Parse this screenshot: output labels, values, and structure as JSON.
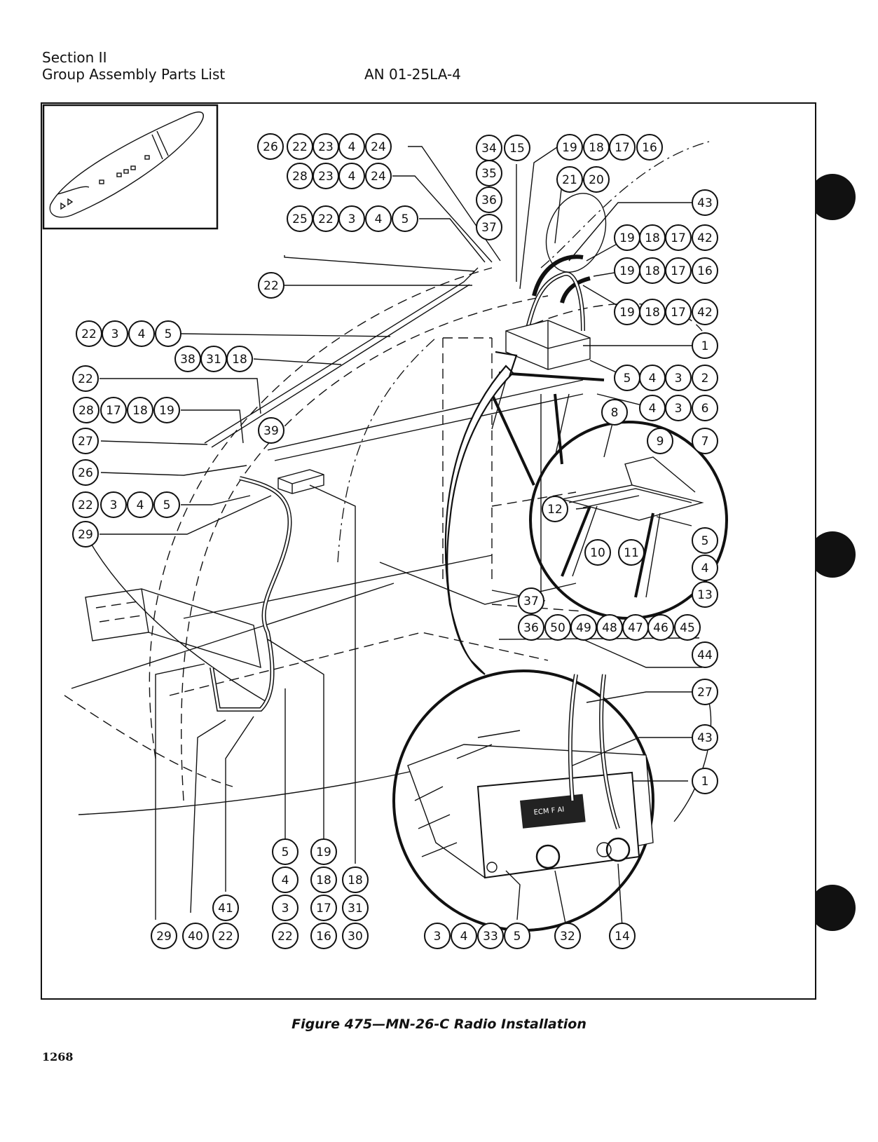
{
  "header": {
    "section": "Section II",
    "group": "Group Assembly Parts List",
    "document": "AN 01-25LA-4"
  },
  "figure": {
    "caption": "Figure 475—MN-26-C Radio Installation",
    "callouts": [
      {
        "id": "c1",
        "label": "26"
      },
      {
        "id": "c2",
        "label": "22"
      },
      {
        "id": "c3",
        "label": "23"
      },
      {
        "id": "c4",
        "label": "4"
      },
      {
        "id": "c5",
        "label": "24"
      },
      {
        "id": "c6",
        "label": "28"
      },
      {
        "id": "c7",
        "label": "23"
      },
      {
        "id": "c8",
        "label": "4"
      },
      {
        "id": "c9",
        "label": "24"
      },
      {
        "id": "c10",
        "label": "25"
      },
      {
        "id": "c11",
        "label": "22"
      },
      {
        "id": "c12",
        "label": "3"
      },
      {
        "id": "c13",
        "label": "4"
      },
      {
        "id": "c14",
        "label": "5"
      },
      {
        "id": "c15",
        "label": "34"
      },
      {
        "id": "c16",
        "label": "15"
      },
      {
        "id": "c17",
        "label": "35"
      },
      {
        "id": "c18",
        "label": "36"
      },
      {
        "id": "c19",
        "label": "37"
      },
      {
        "id": "c20",
        "label": "19"
      },
      {
        "id": "c21",
        "label": "18"
      },
      {
        "id": "c22",
        "label": "17"
      },
      {
        "id": "c23",
        "label": "16"
      },
      {
        "id": "c24",
        "label": "21"
      },
      {
        "id": "c25",
        "label": "20"
      },
      {
        "id": "c26",
        "label": "43"
      },
      {
        "id": "c27",
        "label": "19"
      },
      {
        "id": "c28",
        "label": "18"
      },
      {
        "id": "c29",
        "label": "17"
      },
      {
        "id": "c30",
        "label": "42"
      },
      {
        "id": "c31",
        "label": "19"
      },
      {
        "id": "c32",
        "label": "18"
      },
      {
        "id": "c33",
        "label": "17"
      },
      {
        "id": "c34",
        "label": "16"
      },
      {
        "id": "c35",
        "label": "19"
      },
      {
        "id": "c36",
        "label": "18"
      },
      {
        "id": "c37",
        "label": "17"
      },
      {
        "id": "c38",
        "label": "42"
      },
      {
        "id": "c39",
        "label": "1"
      },
      {
        "id": "c40",
        "label": "5"
      },
      {
        "id": "c41",
        "label": "4"
      },
      {
        "id": "c42",
        "label": "3"
      },
      {
        "id": "c43",
        "label": "2"
      },
      {
        "id": "c44",
        "label": "4"
      },
      {
        "id": "c45",
        "label": "3"
      },
      {
        "id": "c46",
        "label": "6"
      },
      {
        "id": "c47",
        "label": "8"
      },
      {
        "id": "c48",
        "label": "9"
      },
      {
        "id": "c49",
        "label": "7"
      },
      {
        "id": "c50",
        "label": "12"
      },
      {
        "id": "c51",
        "label": "10"
      },
      {
        "id": "c52",
        "label": "11"
      },
      {
        "id": "c53",
        "label": "5"
      },
      {
        "id": "c54",
        "label": "4"
      },
      {
        "id": "c55",
        "label": "13"
      },
      {
        "id": "c56",
        "label": "22"
      },
      {
        "id": "c57",
        "label": "22"
      },
      {
        "id": "c58",
        "label": "3"
      },
      {
        "id": "c59",
        "label": "4"
      },
      {
        "id": "c60",
        "label": "5"
      },
      {
        "id": "c61",
        "label": "38"
      },
      {
        "id": "c62",
        "label": "31"
      },
      {
        "id": "c63",
        "label": "18"
      },
      {
        "id": "c64",
        "label": "22"
      },
      {
        "id": "c65",
        "label": "28"
      },
      {
        "id": "c66",
        "label": "17"
      },
      {
        "id": "c67",
        "label": "18"
      },
      {
        "id": "c68",
        "label": "19"
      },
      {
        "id": "c69",
        "label": "27"
      },
      {
        "id": "c70",
        "label": "39"
      },
      {
        "id": "c71",
        "label": "26"
      },
      {
        "id": "c72",
        "label": "22"
      },
      {
        "id": "c73",
        "label": "3"
      },
      {
        "id": "c74",
        "label": "4"
      },
      {
        "id": "c75",
        "label": "5"
      },
      {
        "id": "c76",
        "label": "29"
      },
      {
        "id": "c77",
        "label": "37"
      },
      {
        "id": "c78",
        "label": "36"
      },
      {
        "id": "c79",
        "label": "50"
      },
      {
        "id": "c80",
        "label": "49"
      },
      {
        "id": "c81",
        "label": "48"
      },
      {
        "id": "c82",
        "label": "47"
      },
      {
        "id": "c83",
        "label": "46"
      },
      {
        "id": "c84",
        "label": "45"
      },
      {
        "id": "c85",
        "label": "44"
      },
      {
        "id": "c86",
        "label": "27"
      },
      {
        "id": "c87",
        "label": "43"
      },
      {
        "id": "c88",
        "label": "1"
      },
      {
        "id": "c89",
        "label": "5"
      },
      {
        "id": "c90",
        "label": "4"
      },
      {
        "id": "c91",
        "label": "3"
      },
      {
        "id": "c92",
        "label": "22"
      },
      {
        "id": "c93",
        "label": "19"
      },
      {
        "id": "c94",
        "label": "18"
      },
      {
        "id": "c95",
        "label": "17"
      },
      {
        "id": "c96",
        "label": "16"
      },
      {
        "id": "c97",
        "label": "18"
      },
      {
        "id": "c98",
        "label": "31"
      },
      {
        "id": "c99",
        "label": "30"
      },
      {
        "id": "c100",
        "label": "41"
      },
      {
        "id": "c101",
        "label": "22"
      },
      {
        "id": "c102",
        "label": "29"
      },
      {
        "id": "c103",
        "label": "40"
      },
      {
        "id": "c104",
        "label": "3"
      },
      {
        "id": "c105",
        "label": "4"
      },
      {
        "id": "c106",
        "label": "33"
      },
      {
        "id": "c107",
        "label": "5"
      },
      {
        "id": "c108",
        "label": "32"
      },
      {
        "id": "c109",
        "label": "14"
      }
    ],
    "panel_text": "ECM  F  AI"
  },
  "footer": {
    "page_number": "1268"
  }
}
